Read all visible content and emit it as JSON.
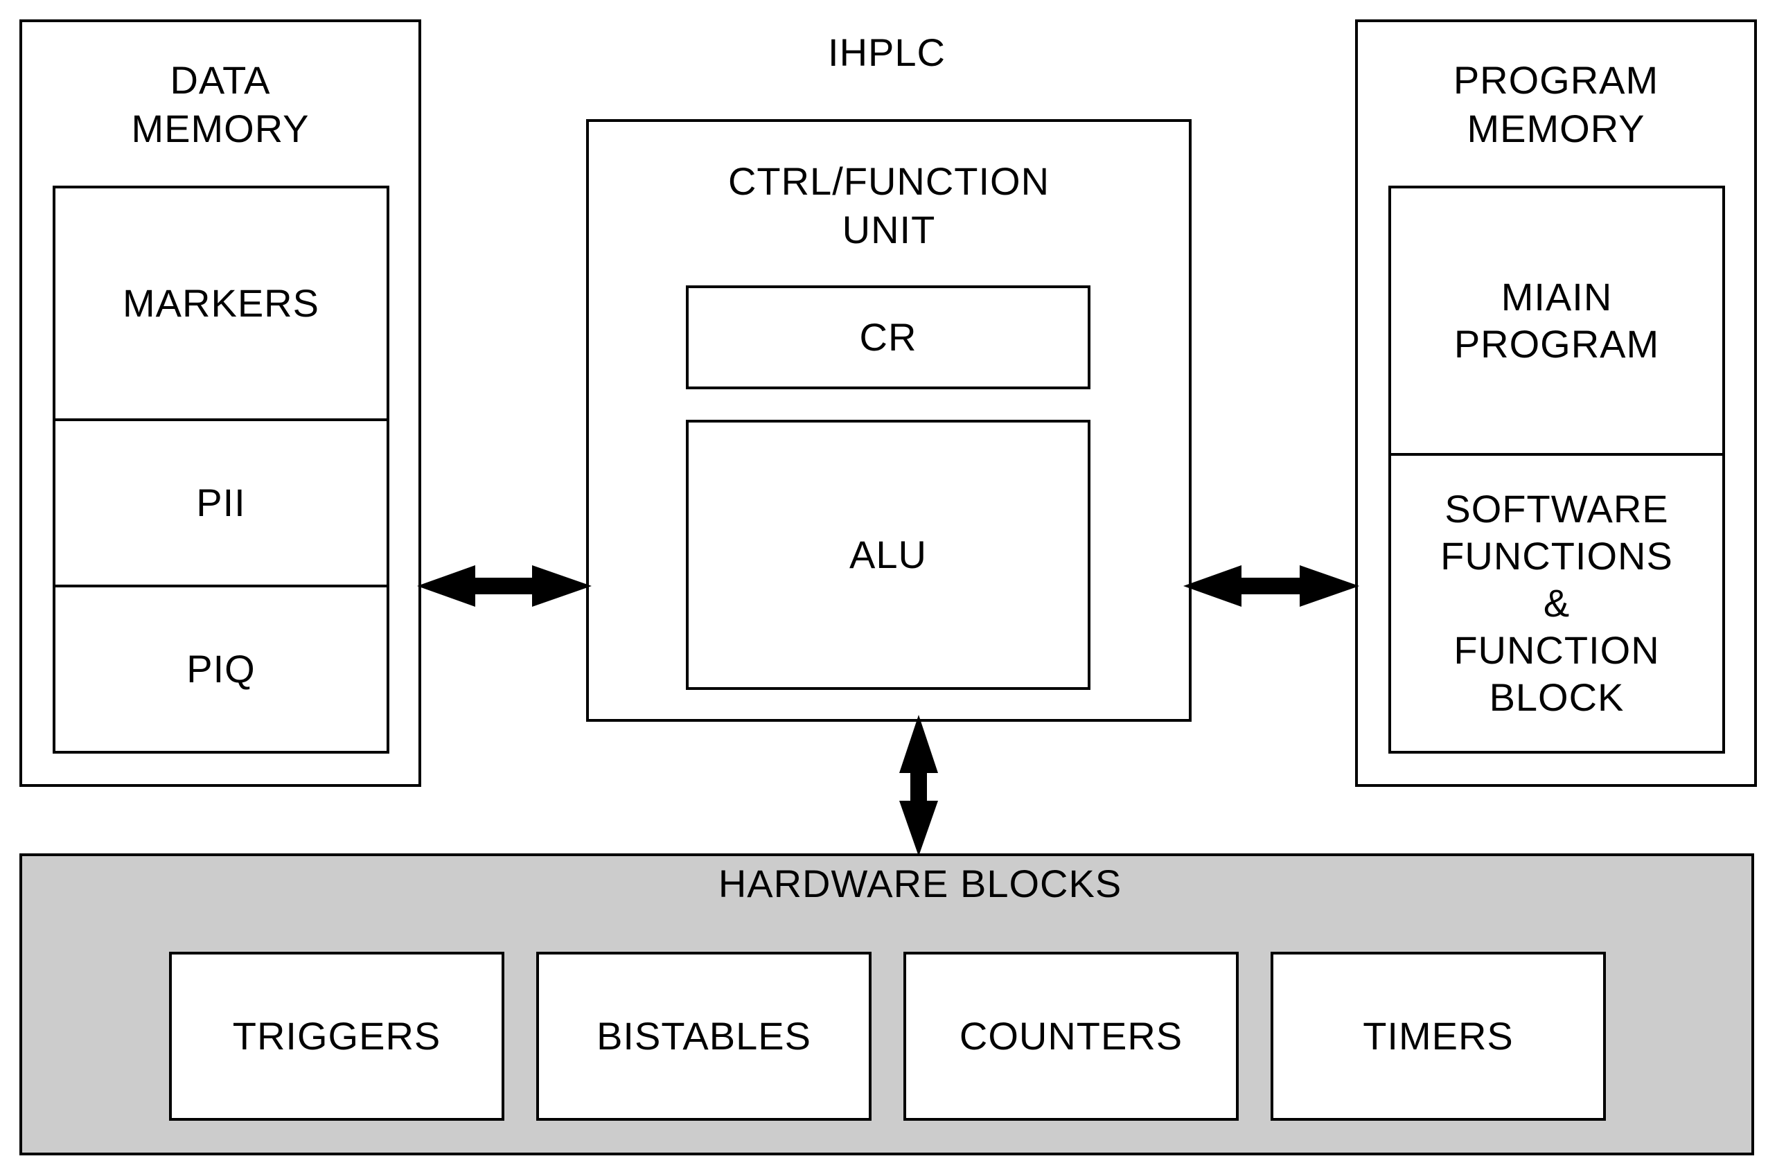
{
  "title": "IHPLC",
  "data_memory": {
    "label": "DATA\nMEMORY",
    "sections": [
      "MARKERS",
      "PII",
      "PIQ"
    ]
  },
  "ctrl_unit": {
    "label": "CTRL/FUNCTION\nUNIT",
    "cr": "CR",
    "alu": "ALU"
  },
  "program_memory": {
    "label": "PROGRAM\nMEMORY",
    "sections": [
      "MIAIN\nPROGRAM",
      "SOFTWARE\nFUNCTIONS\n&\nFUNCTION\nBLOCK"
    ]
  },
  "hardware_blocks": {
    "label": "HARDWARE BLOCKS",
    "items": [
      "TRIGGERS",
      "BISTABLES",
      "COUNTERS",
      "TIMERS"
    ]
  },
  "colors": {
    "stroke": "#000000",
    "hardware_fill": "#cccccc",
    "box_fill": "#ffffff"
  }
}
